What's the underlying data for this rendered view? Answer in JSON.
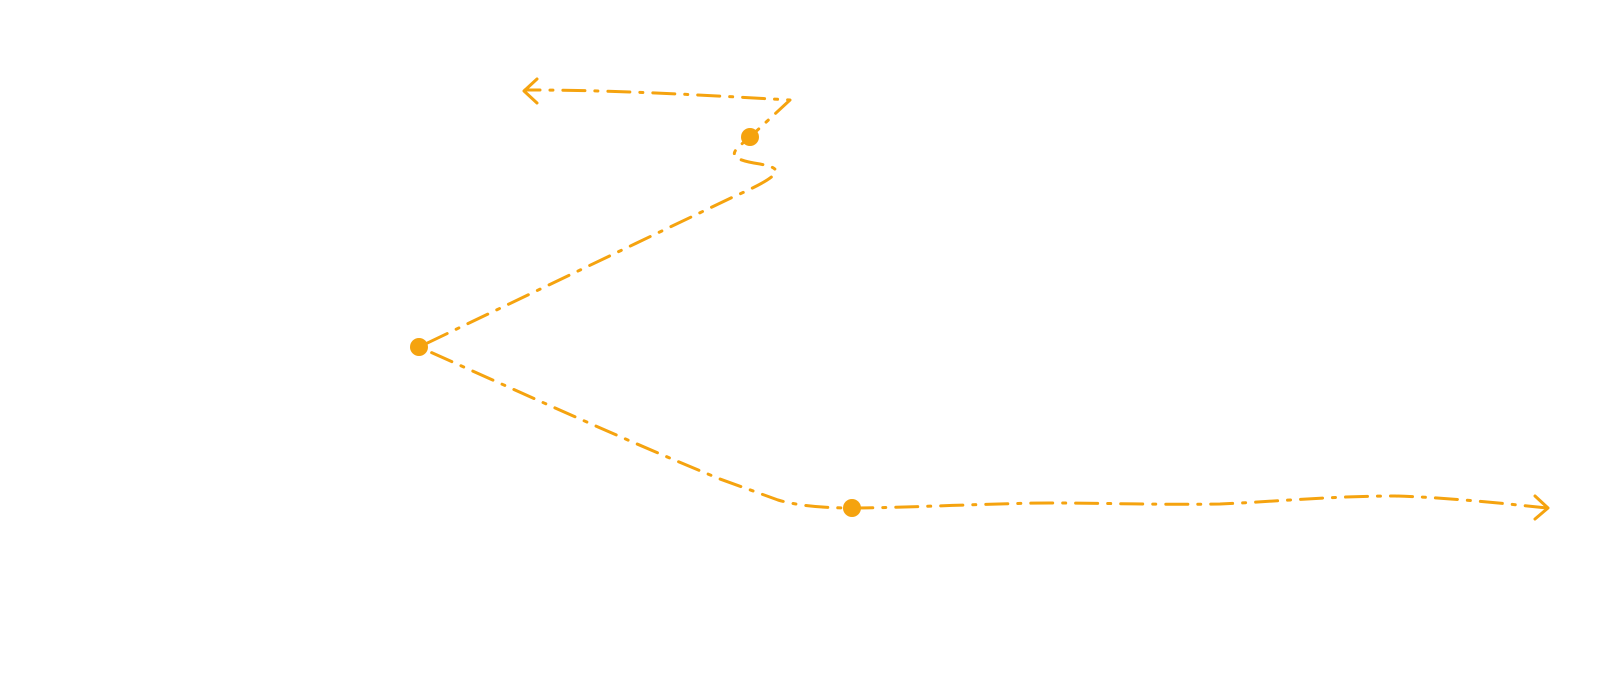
{
  "diagram": {
    "connector": {
      "style": "dash-dot",
      "color": "#f5a30f",
      "start_marker": "open-arrow",
      "end_marker": "open-arrow",
      "control_point_count": 3,
      "control_point_shape": "filled-circle"
    }
  },
  "colors": {
    "background": "#ffffff",
    "stroke": "#f5a30f"
  }
}
